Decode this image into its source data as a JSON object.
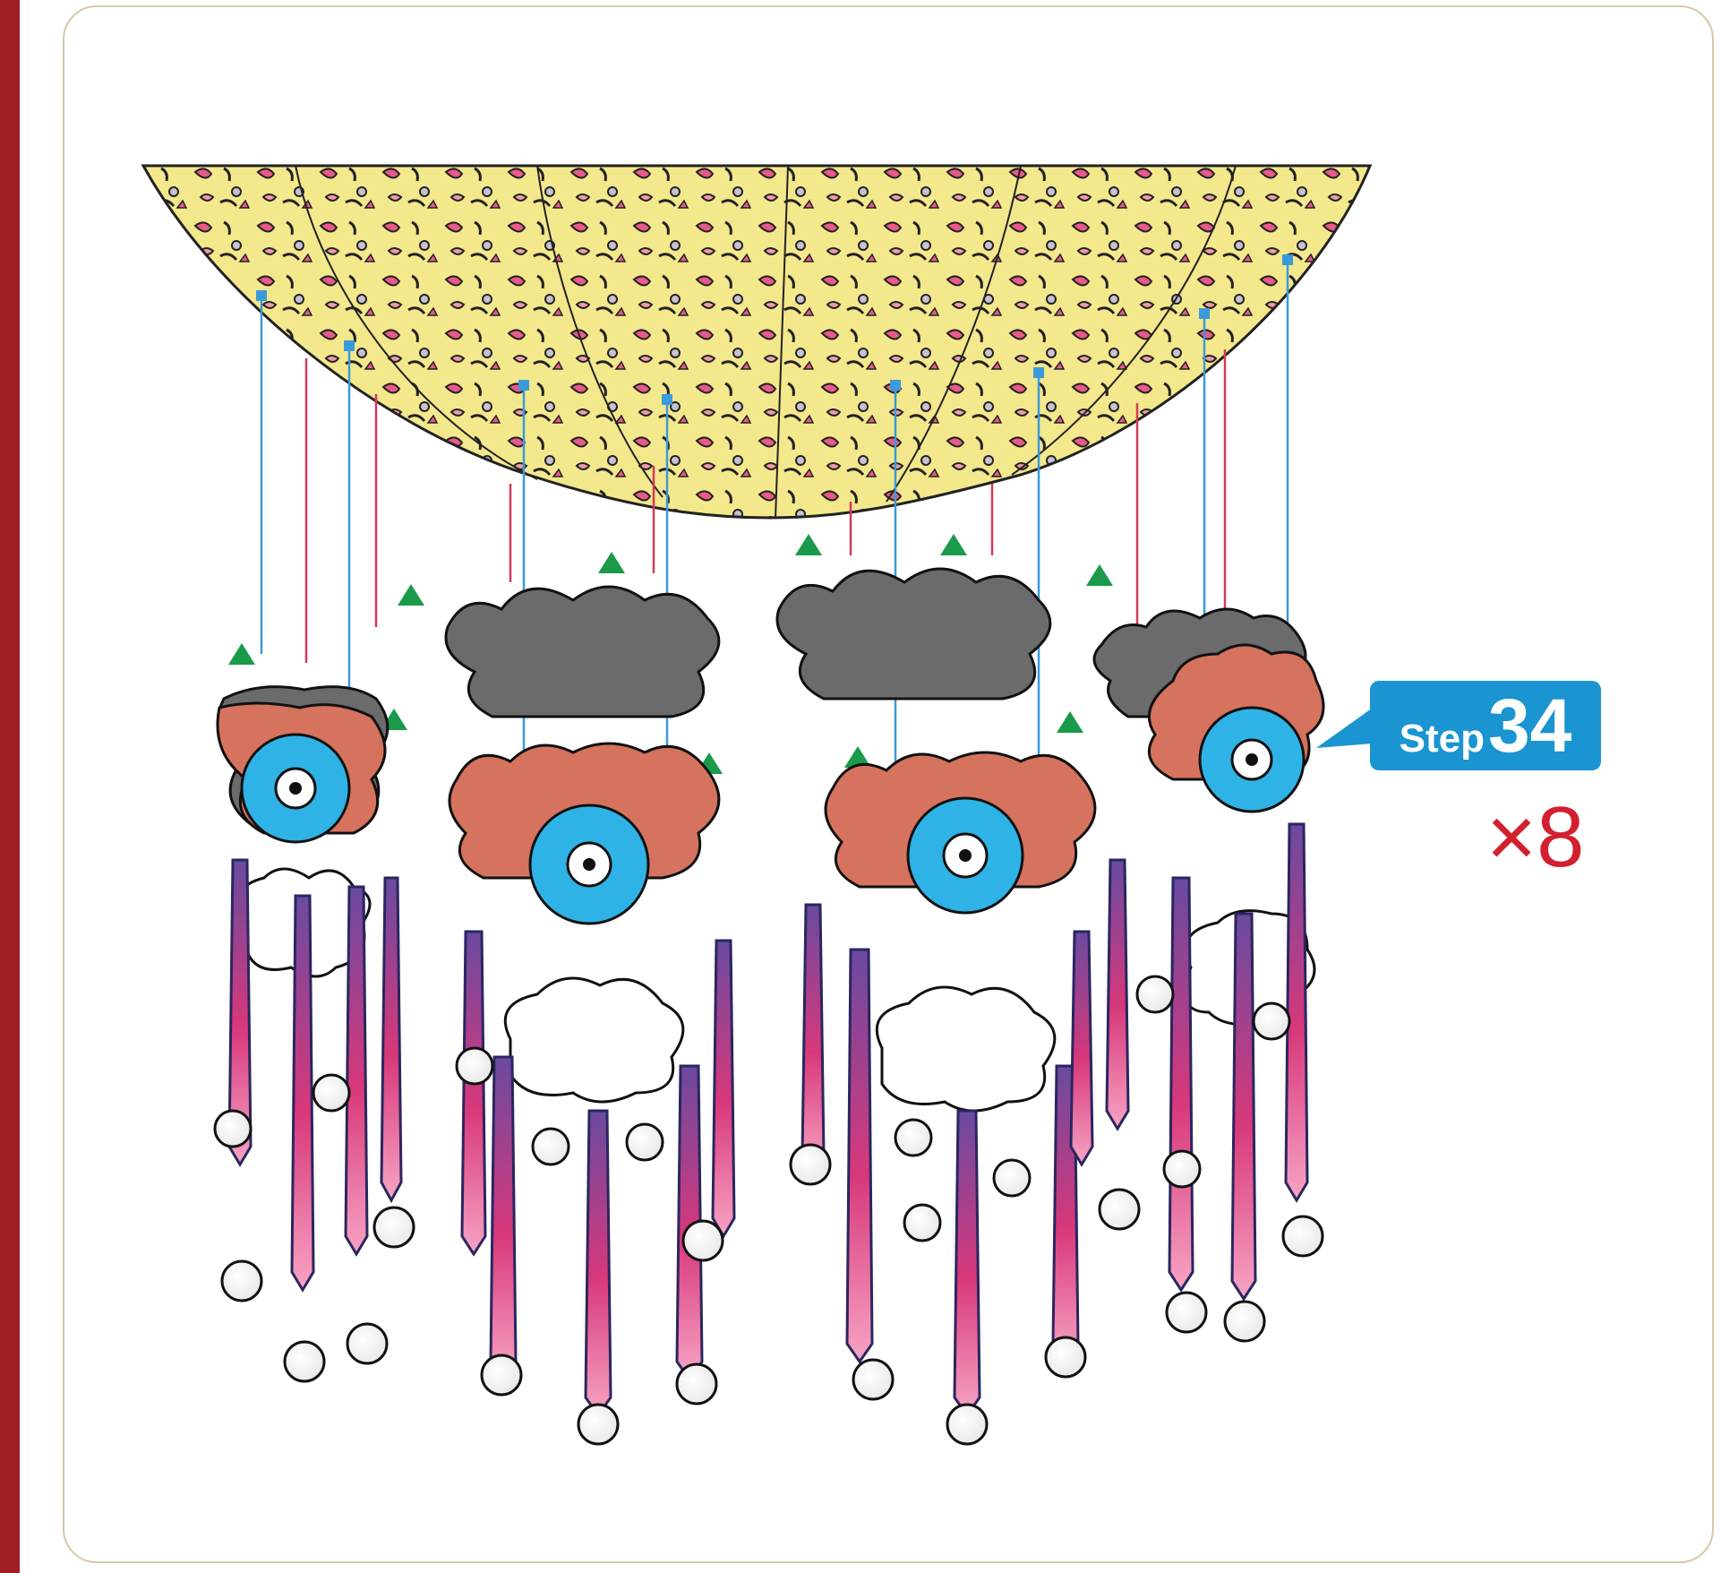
{
  "step": {
    "word": "Step",
    "number": "34"
  },
  "multiplier": "×8",
  "colors": {
    "frame_red": "#9e1f26",
    "badge_blue": "#1a95d2",
    "multiplier_red": "#d3202e",
    "lantern_yellow": "#f4e88c",
    "bracket_dark_gray": "#6b6b6b",
    "bracket_salmon": "#d5735f",
    "flower_blue": "#2fb3e6",
    "tassel_purple": "#5a4a9a",
    "tassel_pink": "#e0397a",
    "guide_blue": "#3a9bd8",
    "guide_red": "#d23a5a",
    "marker_green": "#1a9a4a"
  },
  "icons": {
    "marker": "green-triangle-icon",
    "bead": "white-bead-icon",
    "flower": "blue-flower-icon"
  }
}
